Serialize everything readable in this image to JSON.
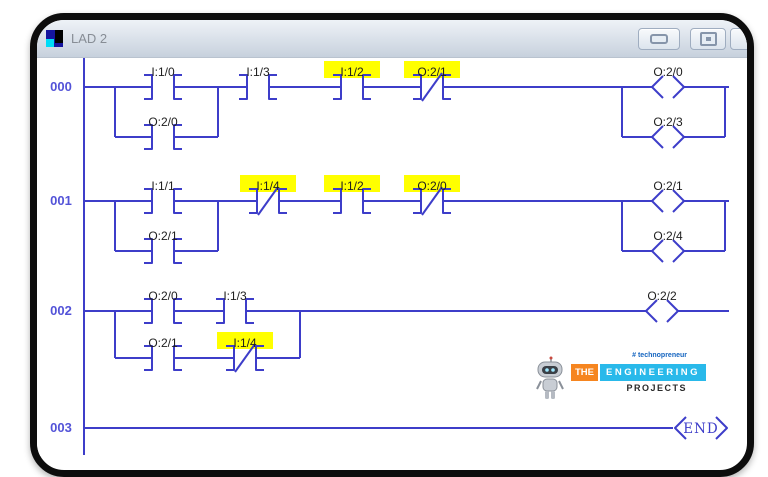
{
  "window": {
    "title": "LAD 2"
  },
  "rungs": [
    {
      "number": "000",
      "main_contacts": [
        {
          "label": "I:1/0",
          "type": "NO",
          "highlight": false
        },
        {
          "label": "I:1/3",
          "type": "NO",
          "highlight": false
        },
        {
          "label": "I:1/2",
          "type": "NO",
          "highlight": true
        },
        {
          "label": "O:2/1",
          "type": "NC",
          "highlight": true
        }
      ],
      "branch_contacts": [
        {
          "label": "O:2/0",
          "type": "NO",
          "highlight": false
        }
      ],
      "coils": [
        {
          "label": "O:2/0"
        },
        {
          "label": "O:2/3"
        }
      ]
    },
    {
      "number": "001",
      "main_contacts": [
        {
          "label": "I:1/1",
          "type": "NO",
          "highlight": false
        },
        {
          "label": "I:1/4",
          "type": "NC",
          "highlight": true
        },
        {
          "label": "I:1/2",
          "type": "NO",
          "highlight": true
        },
        {
          "label": "O:2/0",
          "type": "NC",
          "highlight": true
        }
      ],
      "branch_contacts": [
        {
          "label": "O:2/1",
          "type": "NO",
          "highlight": false
        }
      ],
      "coils": [
        {
          "label": "O:2/1"
        },
        {
          "label": "O:2/4"
        }
      ]
    },
    {
      "number": "002",
      "main_contacts": [
        {
          "label": "O:2/0",
          "type": "NO",
          "highlight": false
        },
        {
          "label": "I:1/3",
          "type": "NO",
          "highlight": false
        }
      ],
      "branch_contacts": [
        {
          "label": "O:2/1",
          "type": "NO",
          "highlight": false
        },
        {
          "label": "I:1/4",
          "type": "NC",
          "highlight": true
        }
      ],
      "coils": [
        {
          "label": "O:2/2"
        }
      ]
    },
    {
      "number": "003",
      "end_label": "END"
    }
  ],
  "logo": {
    "tagline": "# technopreneur",
    "brand_the": "THE",
    "brand_engineering": "ENGINEERING",
    "brand_projects": "PROJECTS"
  },
  "colors": {
    "ladder_line": "#3d3dc9",
    "rung_number": "#5353d8",
    "label_text": "#1e1e1e",
    "highlight": "#ffff00",
    "brand_orange": "#f6851f",
    "brand_cyan": "#29b9ea"
  }
}
